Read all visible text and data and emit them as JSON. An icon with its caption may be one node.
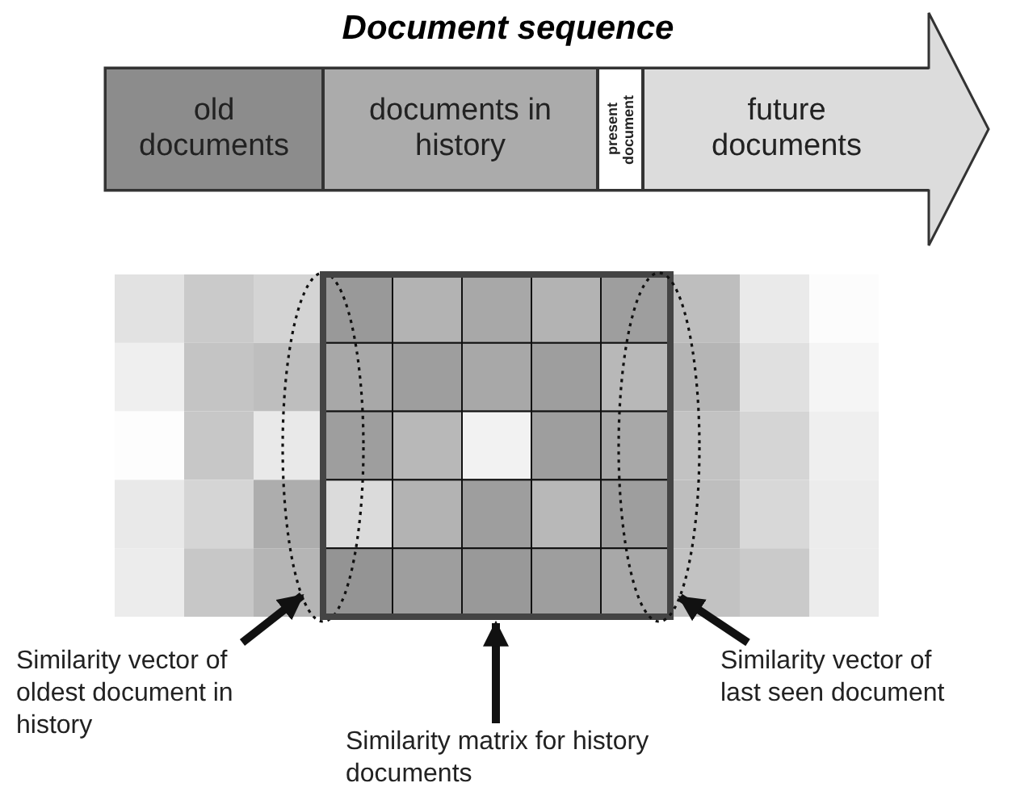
{
  "diagram": {
    "title": "Document sequence",
    "nodes": [
      {
        "text": [
          "old documents"
        ]
      },
      {
        "text": [
          "documents in history"
        ]
      },
      {
        "text": [
          "present document"
        ]
      },
      {
        "text": [
          "future documents"
        ]
      },
      {
        "text": [
          "Similarity vector of oldest document in history"
        ]
      },
      {
        "text": [
          "Similarity matrix for history documents"
        ]
      },
      {
        "text": [
          "Similarity vector of last seen document"
        ]
      },
      {
        "text": [],
        "shape": "ellipse"
      },
      {
        "text": [],
        "shape": "box"
      },
      {
        "text": [],
        "shape": "ellipse"
      }
    ],
    "edges": [
      {
        "from": 4,
        "to": 7,
        "arrow": "to"
      },
      {
        "from": 5,
        "to": 8,
        "arrow": "to"
      },
      {
        "from": 6,
        "to": 9,
        "arrow": "to"
      }
    ]
  }
}
